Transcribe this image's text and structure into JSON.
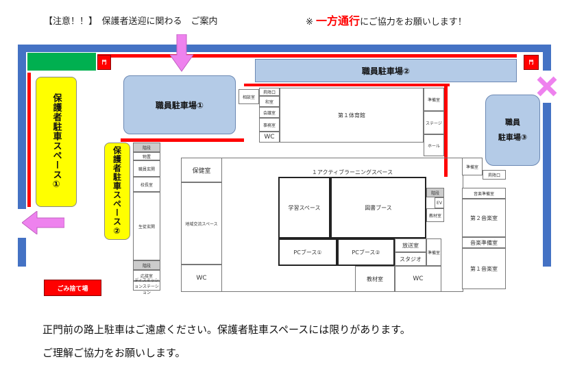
{
  "header": {
    "left": "【注意！！】　保護者送迎に関わる　ご案内",
    "note_mark": "※",
    "highlight": "一方通行",
    "note_rest": "にご協力をお願いします！"
  },
  "lots": {
    "staff1": "職員駐車場①",
    "staff2": "職員駐車場②",
    "staff3": "職員\n駐車場③"
  },
  "guardian": {
    "space1": "保護者駐車スペース①",
    "space2": "保護者駐車スペース②"
  },
  "red_boxes": {
    "gate_left": "門",
    "gate_right": "門",
    "trash": "ごみ捨て場"
  },
  "rooms": {
    "r1": "昇降口",
    "r2": "相談室",
    "r3": "和室",
    "r4": "会議室",
    "r5": "事務室",
    "wc1": "WC",
    "gym": "第１体育館",
    "stage": "ステージ",
    "hall": "ホール",
    "stairs1": "階段",
    "storage": "物置",
    "staff_entrance": "職員玄関",
    "principal": "校長室",
    "student_entrance": "生徒玄関",
    "stairs2": "階段",
    "reception": "応接室",
    "dismiss_station": "ディスミッションステーション",
    "nurse": "保健室",
    "local_space": "地域交流スペース",
    "wc2": "WC",
    "active": "１アクティブラーニングスペース",
    "study": "学習スペース",
    "library": "図書ブース",
    "pc1": "PCブース①",
    "pc2": "PCブース②",
    "broadcast": "放送室",
    "studio": "スタジオ",
    "materials": "教材室",
    "wc3": "WC",
    "stairs3": "階段",
    "ev": "EV",
    "materials2": "教材室",
    "prep_room": "準備室",
    "entrance_right": "昇降口",
    "music_prep1": "音楽準備室",
    "music2": "第２音楽室",
    "music_prep2": "音楽準備室",
    "music1": "第１音楽室",
    "prep_small": "準備室",
    "small_room": "準備室"
  },
  "footer": {
    "line1": "正門前の路上駐車はご遠慮ください。保護者駐車スペースには限りがあります。",
    "line2": "ご理解ご協力をお願いします。"
  },
  "colors": {
    "road": "#4472c4",
    "red_line": "#ff0000",
    "green_area": "#00b050",
    "lot": "#b4cbe7",
    "guardian": "#ffff00",
    "arrow": "#ee82ee"
  }
}
